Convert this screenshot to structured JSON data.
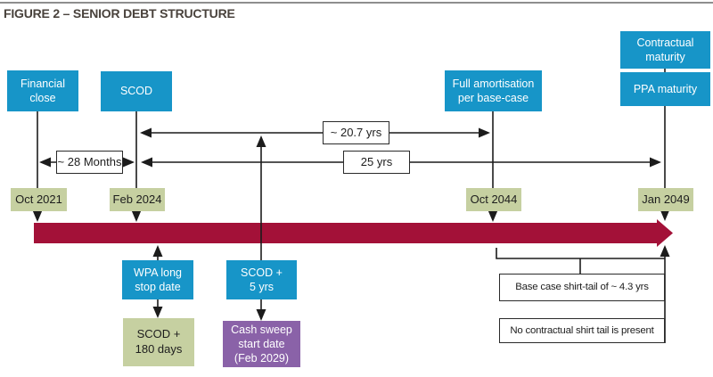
{
  "title": "FIGURE 2 – SENIOR DEBT STRUCTURE",
  "colors": {
    "blue": "#1795c8",
    "green": "#c6d0a1",
    "purple": "#8a62a8",
    "bar": "#a31138",
    "line": "#1c1c1c",
    "titlec": "#49423c"
  },
  "milestones": {
    "financial_close": "Financial\nclose",
    "scod": "SCOD",
    "full_amortisation": "Full amortisation\nper base-case",
    "contractual_maturity": "Contractual\nmaturity",
    "ppa_maturity": "PPA maturity",
    "wpa_long_stop": "WPA long\nstop date",
    "scod_plus_5yrs": "SCOD +\n5 yrs"
  },
  "dates": {
    "financial_close": "Oct 2021",
    "scod": "Feb 2024",
    "full_amortisation": "Oct 2044",
    "maturity": "Jan 2049",
    "scod_plus_180": "SCOD +\n180 days",
    "cash_sweep": "Cash sweep\nstart date\n(Feb 2029)"
  },
  "durations": {
    "fc_to_scod": "~ 28 Months",
    "scod_to_full_amortisation": "~ 20.7 yrs",
    "scod_to_maturity": "25 yrs"
  },
  "notes": {
    "base_case_shirt_tail": "Base case shirt-tail of ~ 4.3 yrs",
    "no_contractual_shirt_tail": "No contractual shirt tail is present"
  }
}
